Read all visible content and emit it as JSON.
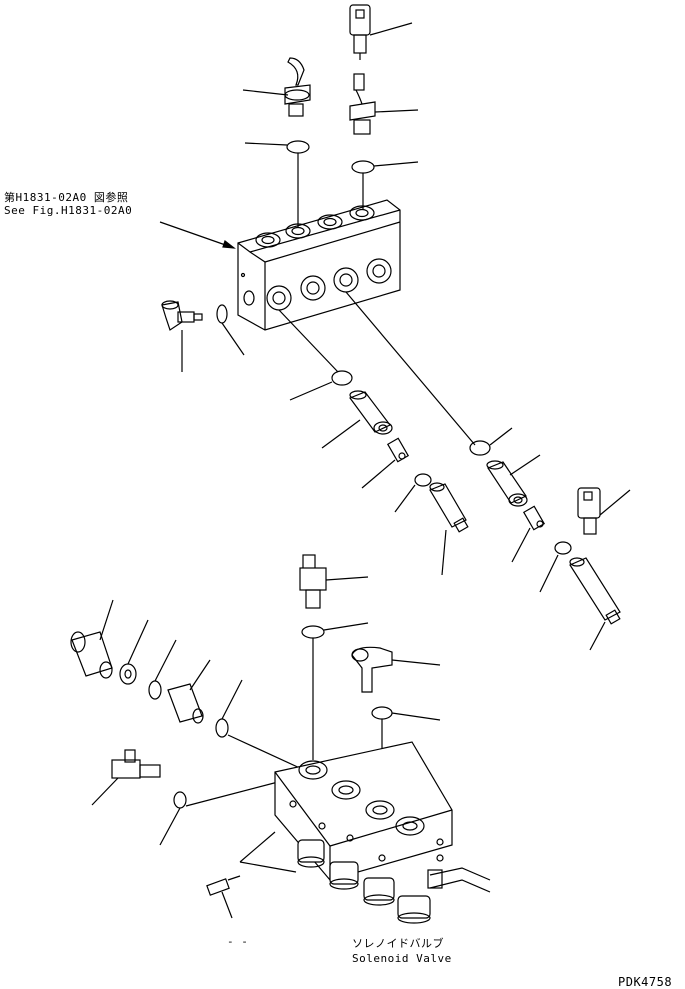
{
  "reference_note": {
    "japanese": "第H1831-02A0 図参照",
    "english": "See Fig.H1831-02A0"
  },
  "solenoid_label": {
    "japanese": "ソレノイドバルブ",
    "english": "Solenoid Valve"
  },
  "dash_mark": "- -",
  "drawing_code": "PDK4758"
}
